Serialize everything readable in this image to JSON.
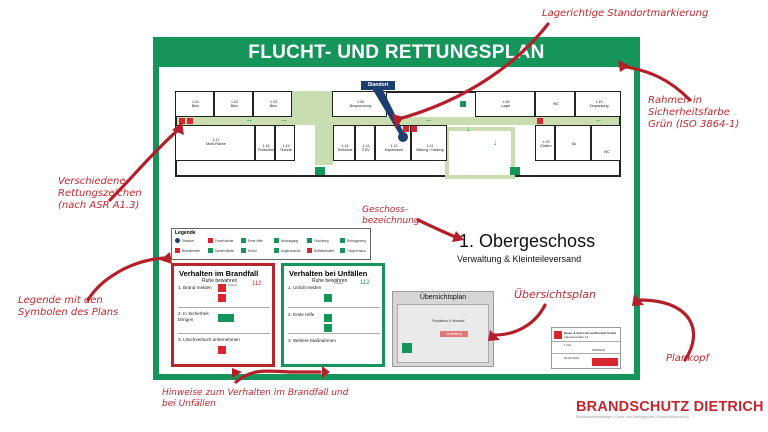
{
  "plan": {
    "title": "FLUCHT- UND RETTUNGSPLAN",
    "standort_label": "Standort",
    "rooms": [
      {
        "id": "1.01",
        "name": "Büro"
      },
      {
        "id": "1.02",
        "name": "Büro"
      },
      {
        "id": "1.03",
        "name": "Büro"
      },
      {
        "id": "1.05",
        "name": "Besprechung"
      },
      {
        "id": "1.06",
        "name": "Lager"
      },
      {
        "id": "WC",
        "name": ""
      },
      {
        "id": "1.10",
        "name": "Verpackung"
      },
      {
        "id": "1.17",
        "name": "Multi-Fläche"
      },
      {
        "id": "1.16",
        "name": "Putzmittel"
      },
      {
        "id": "1.15",
        "name": "Technik"
      },
      {
        "id": "1.14",
        "name": "Teeküche"
      },
      {
        "id": "1.13",
        "name": "EDV"
      },
      {
        "id": "1.12",
        "name": "Kopierraum"
      },
      {
        "id": "1.11",
        "name": "Bildung / Haltung"
      },
      {
        "id": "1.09",
        "name": "Elektro"
      },
      {
        "id": "Du",
        "name": ""
      },
      {
        "id": "WC",
        "name": ""
      }
    ],
    "legend": {
      "title": "Legende",
      "items": [
        "Standort",
        "Feuerlöscher",
        "Erste Hilfe",
        "Notausgang",
        "Fluchtweg",
        "Rettungsweg",
        "Brandmelder",
        "Sammelstelle",
        "Notruf",
        "Augendusche",
        "Notfallschalter",
        "Treppenhaus"
      ]
    },
    "fire_box": {
      "title": "Verhalten im Brandfall",
      "subtitle": "Ruhe bewahren",
      "phone_label": "Telefon:",
      "phone_number": "112",
      "steps": [
        "1. Brand melden",
        "2. In Sicherheit bringen",
        "3. Löschversuch unternehmen"
      ]
    },
    "accident_box": {
      "title": "Verhalten bei Unfällen",
      "subtitle": "Ruhe bewahren",
      "phone_label": "Telefon:",
      "phone_number": "112",
      "steps": [
        "1. Unfall melden",
        "2. Erste Hilfe",
        "3. Weitere Maßnahmen"
      ]
    },
    "floor_title": "1. Obergeschoss",
    "floor_subtitle": "Verwaltung & Kleinteileversand",
    "overview": {
      "title": "Übersichtsplan",
      "label_prod": "Produktion & Versand",
      "label_red": "Verwaltung"
    },
    "plankopf": {
      "lines": [
        "Bauer & Sohn Versandhandel GmbH",
        "Industriestraße 12",
        "1.OG",
        "00000001",
        "02.09.2016"
      ]
    }
  },
  "annotations": {
    "standort": "Lagerichtige Standortmarkierung",
    "rahmen": "Rahmen in Sicherheitsfarbe Grün (ISO 3864-1)",
    "zeichen": "Verschiedene Rettungszeichen (nach ASR A1.3)",
    "geschoss": "Geschoss-bezeichnung",
    "legende": "Legende mit den Symbolen des Plans",
    "uebersicht": "Übersichtsplan",
    "plankopf": "Plankopf",
    "hinweise": "Hinweise zum Verhalten im Brandfall und bei Unfällen"
  },
  "brand": {
    "name": "BRANDSCHUTZ DIETRICH",
    "tagline": "Brandschutzbeauftragte | Flucht- und Rettungspläne | Brandschutzordnung"
  },
  "colors": {
    "frame_green": "#16955a",
    "accent_red": "#c4262e",
    "marker_blue": "#1b3e6d"
  }
}
